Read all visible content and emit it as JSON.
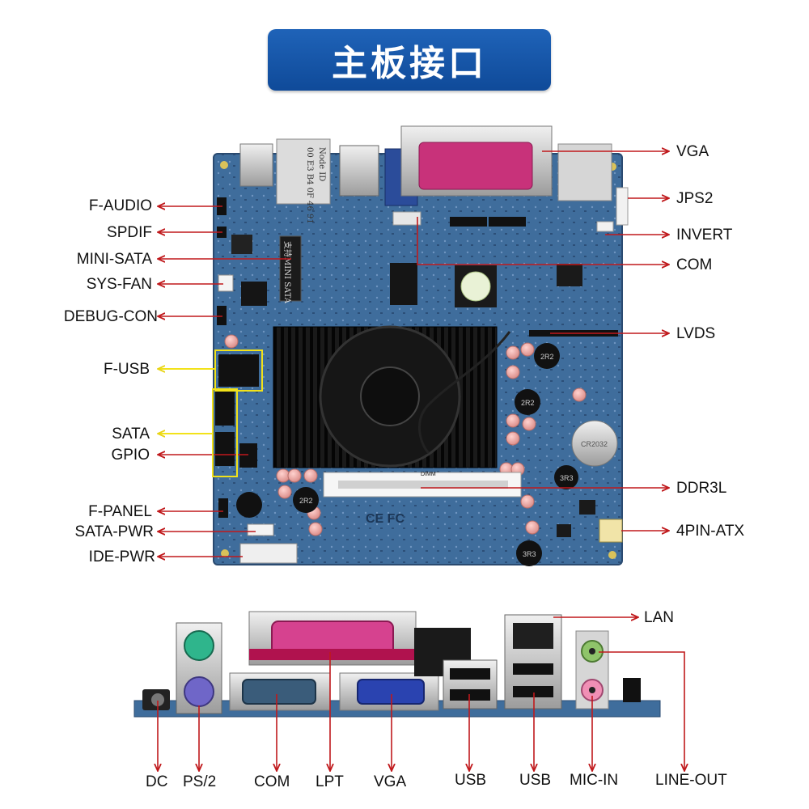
{
  "title": "主板接口",
  "board_labels_left": [
    {
      "id": "f-audio",
      "text": "F-AUDIO"
    },
    {
      "id": "spdif",
      "text": "SPDIF"
    },
    {
      "id": "mini-sata",
      "text": "MINI-SATA"
    },
    {
      "id": "sys-fan",
      "text": "SYS-FAN"
    },
    {
      "id": "debug-con",
      "text": "DEBUG-CON"
    },
    {
      "id": "f-usb",
      "text": "F-USB"
    },
    {
      "id": "sata",
      "text": "SATA"
    },
    {
      "id": "gpio",
      "text": "GPIO"
    },
    {
      "id": "f-panel",
      "text": "F-PANEL"
    },
    {
      "id": "sata-pwr",
      "text": "SATA-PWR"
    },
    {
      "id": "ide-pwr",
      "text": "IDE-PWR"
    }
  ],
  "board_labels_right": [
    {
      "id": "vga",
      "text": "VGA"
    },
    {
      "id": "jps2",
      "text": "JPS2"
    },
    {
      "id": "invert",
      "text": "INVERT"
    },
    {
      "id": "com",
      "text": "COM"
    },
    {
      "id": "lvds",
      "text": "LVDS"
    },
    {
      "id": "ddr3l",
      "text": "DDR3L"
    },
    {
      "id": "4pin-atx",
      "text": "4PIN-ATX"
    }
  ],
  "io_labels": [
    {
      "id": "dc",
      "text": "DC"
    },
    {
      "id": "ps2",
      "text": "PS/2"
    },
    {
      "id": "com",
      "text": "COM"
    },
    {
      "id": "lpt",
      "text": "LPT"
    },
    {
      "id": "vga",
      "text": "VGA"
    },
    {
      "id": "usb-1",
      "text": "USB"
    },
    {
      "id": "usb-2",
      "text": "USB"
    },
    {
      "id": "mic-in",
      "text": "MIC-IN"
    },
    {
      "id": "line-out",
      "text": "LINE-OUT"
    },
    {
      "id": "lan",
      "text": "LAN"
    }
  ],
  "board_print": {
    "node_id": "Node ID",
    "mac": "00 E3 B4 0F 46 91",
    "mini_sata_tag": "支持MINI SATA",
    "dimm": "DIMM",
    "ce_fcc": "CE FC",
    "battery": "CR2032",
    "inductor_2r2": "2R2",
    "inductor_3r3": "3R3"
  },
  "colors": {
    "banner": "#1553a8",
    "pcb": "#3f6d9c",
    "arrow_red": "#c0191c",
    "arrow_yellow": "#f2e21a"
  }
}
